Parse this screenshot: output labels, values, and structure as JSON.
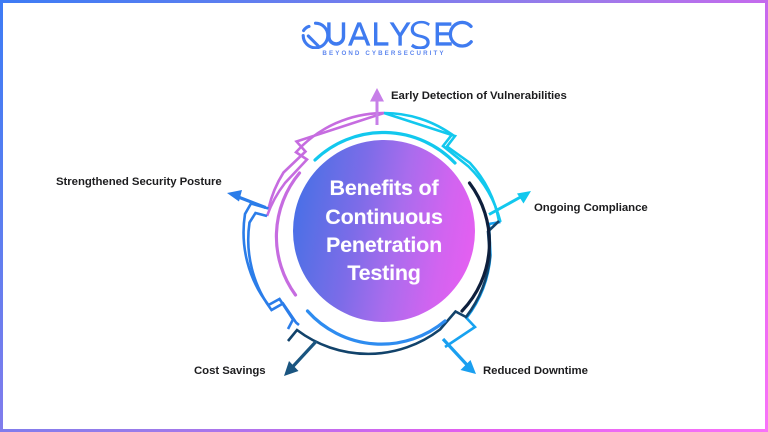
{
  "page": {
    "background": "#ffffff",
    "border_gradient_from": "#3d7bf5",
    "border_gradient_to": "#f873f8"
  },
  "logo": {
    "name": "QUALYSEC",
    "wordmark": "QUALYSEC",
    "tagline": "BEYOND CYBERSECURITY",
    "color": "#3f7bf0"
  },
  "center": {
    "title": "Benefits of\nContinuous\nPenetration\nTesting",
    "text_color": "#ffffff",
    "gradient_from": "#3f6fe8",
    "gradient_to": "#ec5df2"
  },
  "diagram": {
    "type": "cycle-ring",
    "segments": [
      {
        "id": "early-detection",
        "label": "Early Detection of Vulnerabilities",
        "arc_color": "#c66ce0",
        "inner_arc_color": "#12c8ee",
        "arrow_color": "#c77fe8",
        "arrow_direction": "up"
      },
      {
        "id": "ongoing-compliance",
        "label": "Ongoing Compliance",
        "arc_color": "#12c8ee",
        "inner_arc_color": "#0e1f3c",
        "arrow_color": "#12c8ee",
        "arrow_direction": "up-right"
      },
      {
        "id": "reduced-downtime",
        "label": "Reduced Downtime",
        "arc_color": "#17a2f0",
        "inner_arc_color": "#12c8ee",
        "arrow_color": "#1a9ff0",
        "arrow_direction": "down-right"
      },
      {
        "id": "cost-savings",
        "label": "Cost Savings",
        "arc_color": "#12436b",
        "inner_arc_color": "#2b7de9",
        "arrow_color": "#1a5580",
        "arrow_direction": "down-left"
      },
      {
        "id": "strengthened-security-posture",
        "label": "Strengthened Security Posture",
        "arc_color": "#2b7de9",
        "inner_arc_color": "#c66ce0",
        "arrow_color": "#2b7de9",
        "arrow_direction": "up-left"
      }
    ]
  }
}
